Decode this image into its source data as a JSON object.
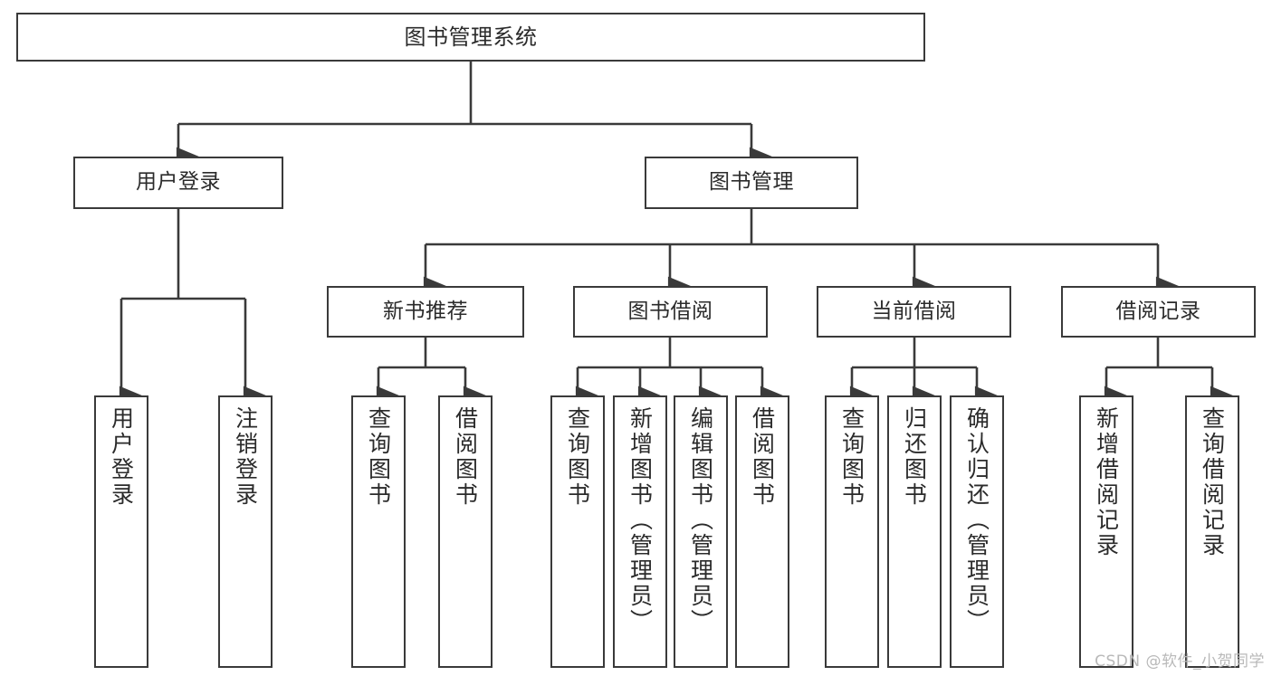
{
  "diagram": {
    "title": "图书管理系统",
    "type": "hierarchy-tree",
    "watermark": "CSDN @软件_小贺同学",
    "colors": {
      "stroke": "#3a3a3a",
      "fill": "#ffffff",
      "text": "#2b2b2b",
      "watermark": "#b9b9b9"
    },
    "root": {
      "label": "图书管理系统"
    },
    "level2": [
      {
        "label": "用户登录"
      },
      {
        "label": "图书管理"
      }
    ],
    "level3": [
      {
        "label": "新书推荐"
      },
      {
        "label": "图书借阅"
      },
      {
        "label": "当前借阅"
      },
      {
        "label": "借阅记录"
      }
    ],
    "leaves": {
      "user_login": [
        {
          "label": "用户登录"
        },
        {
          "label": "注销登录"
        }
      ],
      "new_book_recommend": [
        {
          "label": "查询图书"
        },
        {
          "label": "借阅图书"
        }
      ],
      "book_borrow": [
        {
          "label": "查询图书"
        },
        {
          "label": "新增图书（管理员）"
        },
        {
          "label": "编辑图书（管理员）"
        },
        {
          "label": "借阅图书"
        }
      ],
      "current_borrow": [
        {
          "label": "查询图书"
        },
        {
          "label": "归还图书"
        },
        {
          "label": "确认归还（管理员）"
        }
      ],
      "borrow_record": [
        {
          "label": "新增借阅记录"
        },
        {
          "label": "查询借阅记录"
        }
      ]
    }
  }
}
